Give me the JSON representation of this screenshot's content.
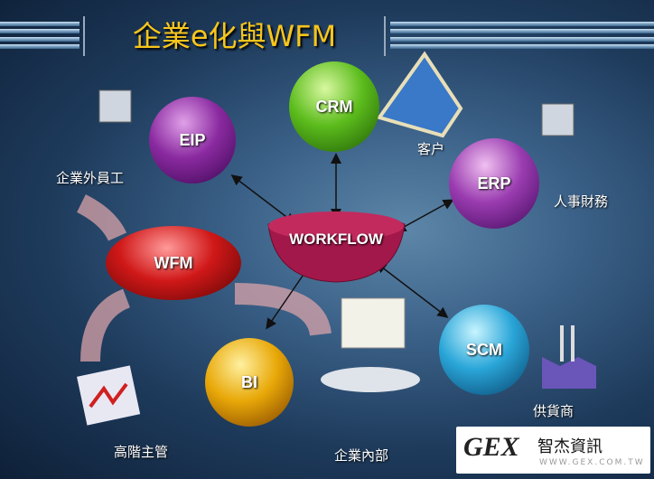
{
  "title": "企業e化與WFM",
  "nodes": {
    "eip": "EIP",
    "crm": "CRM",
    "erp": "ERP",
    "wfm": "WFM",
    "workflow": "WORKFLOW",
    "bi": "BI",
    "scm": "SCM"
  },
  "labels": {
    "external_staff": "企業外員工",
    "customer": "客户",
    "hr_finance": "人事財務",
    "executive": "高階主管",
    "internal": "企業內部",
    "supplier": "供貨商"
  },
  "logo": {
    "mark": "GEX",
    "name": "智杰資訊",
    "url": "WWW.GEX.COM.TW"
  }
}
